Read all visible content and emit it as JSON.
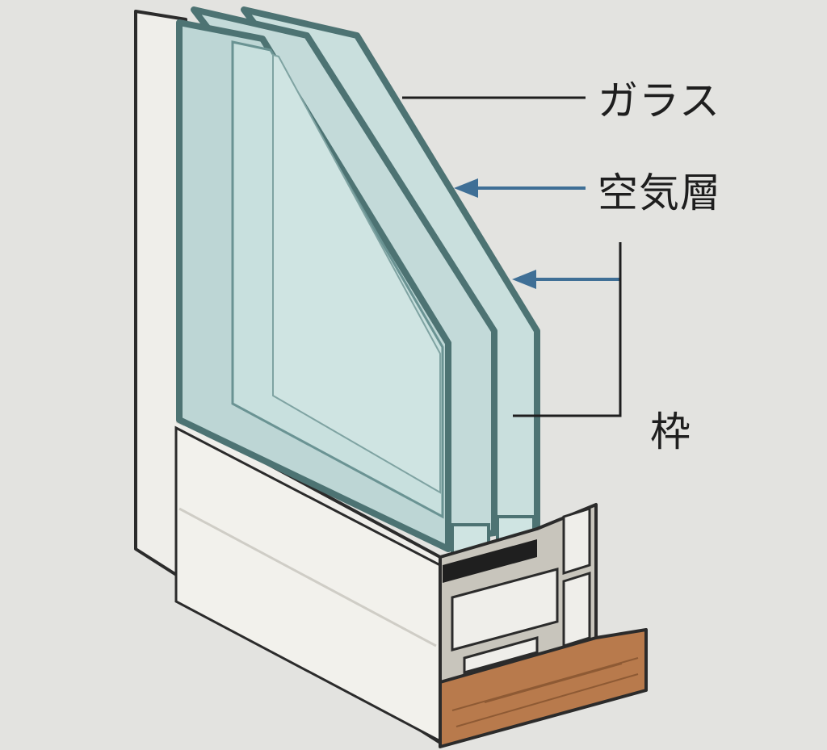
{
  "labels": {
    "glass": "ガラス",
    "air_layer": "空気層",
    "frame": "枠"
  },
  "colors": {
    "background": "#e3e3e0",
    "frame_white": "#efeeea",
    "frame_shadow": "#d9d8d2",
    "outline": "#2b2b2b",
    "glass_fill": "#c3dad9",
    "glass_edge": "#4d7373",
    "arrow": "#3f6f96",
    "wood": "#b87a4c",
    "wood_dark": "#8e5a34",
    "profile_gray": "#c8c5bc"
  }
}
